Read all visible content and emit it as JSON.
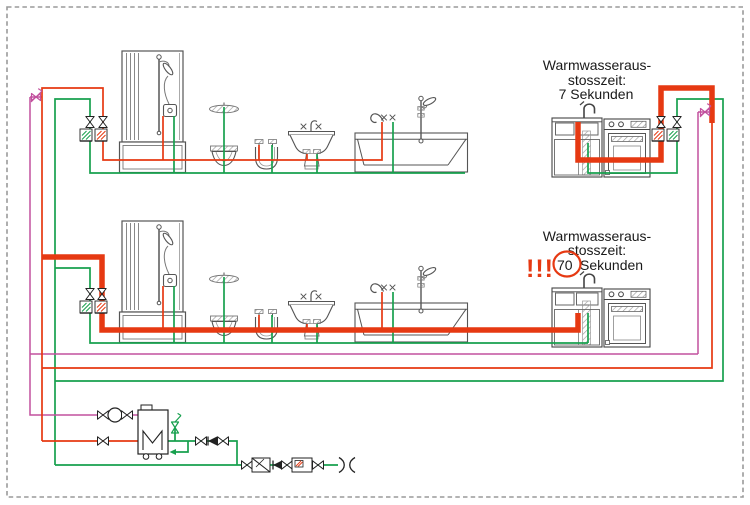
{
  "colors": {
    "hot_water": "#e63912",
    "cold_water": "#17a04e",
    "circulation": "#c2519e",
    "outline": "#4a4a4a",
    "outline_light": "#999999",
    "border": "#9a9a9a",
    "text": "#1a1a1a"
  },
  "labels": {
    "floor1": {
      "line1": "Warmwasseraus-",
      "line2": "stosszeit:",
      "line3": "7 Sekunden"
    },
    "floor2": {
      "line1": "Warmwasseraus-",
      "line2": "stosszeit:",
      "value": "70",
      "unit": "Sekunden",
      "alert": "!!!"
    }
  },
  "floors": [
    {
      "name": "upper-floor",
      "hot_water_discharge_time_s": 7,
      "fixtures": [
        "shower",
        "toilet",
        "bidet",
        "washbasin",
        "bathtub",
        "kitchen-sink",
        "dishwasher"
      ]
    },
    {
      "name": "lower-floor",
      "hot_water_discharge_time_s": 70,
      "fixtures": [
        "shower",
        "toilet",
        "bidet",
        "washbasin",
        "bathtub",
        "kitchen-sink",
        "dishwasher"
      ]
    }
  ],
  "equipment_icons": [
    "water-heater-icon",
    "circulation-pump-icon",
    "shut-off-valve-icon",
    "drain-valve-icon",
    "regulating-valve-icon",
    "check-valve-icon",
    "strainer-icon",
    "water-meter-icon",
    "safety-valve-icon",
    "drain-arrow-icon",
    "service-connection-icon"
  ]
}
